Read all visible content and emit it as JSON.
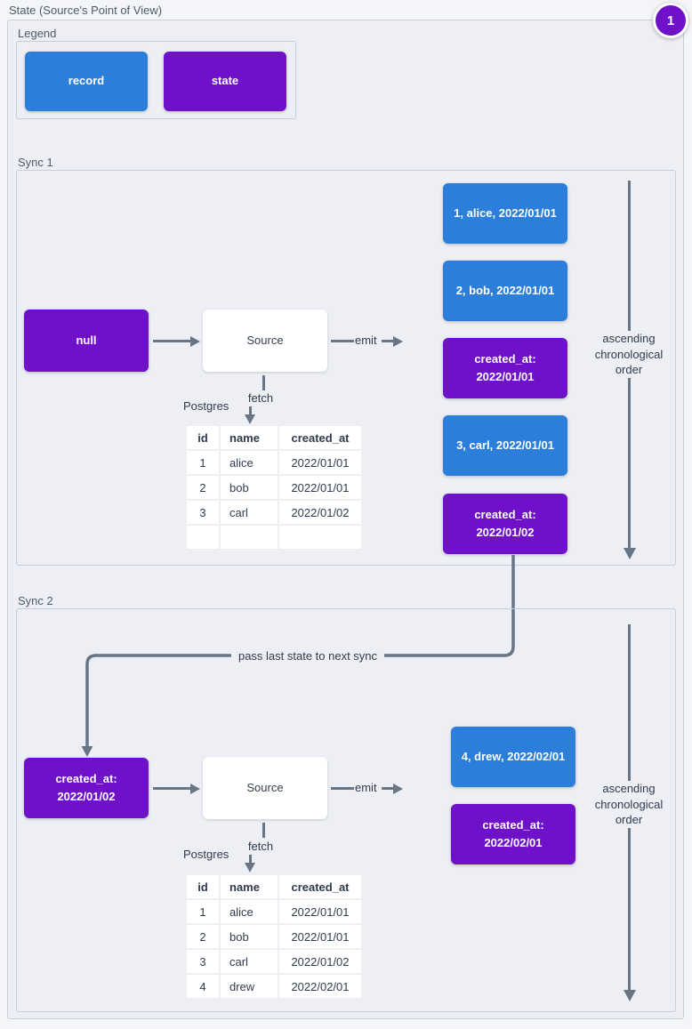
{
  "title": "State (Source's Point of View)",
  "badge": "1",
  "colors": {
    "record": "#2b7ed9",
    "state": "#6e11c8",
    "arrow": "#687585"
  },
  "legend": {
    "label": "Legend",
    "items": [
      {
        "type": "record",
        "label": "record"
      },
      {
        "type": "state",
        "label": "state"
      }
    ]
  },
  "sync1": {
    "label": "Sync 1",
    "input_state": {
      "type": "state",
      "label": "null"
    },
    "source_label": "Source",
    "emit_label": "emit",
    "fetch_label": "fetch",
    "db_label": "Postgres",
    "table": {
      "headers": [
        "id",
        "name",
        "created_at"
      ],
      "rows": [
        [
          "1",
          "alice",
          "2022/01/01"
        ],
        [
          "2",
          "bob",
          "2022/01/01"
        ],
        [
          "3",
          "carl",
          "2022/01/02"
        ],
        [
          "",
          "",
          ""
        ]
      ]
    },
    "emitted": [
      {
        "type": "record",
        "label": "1, alice, 2022/01/01"
      },
      {
        "type": "record",
        "label": "2, bob, 2022/01/01"
      },
      {
        "type": "state",
        "label": "created_at:\n2022/01/01"
      },
      {
        "type": "record",
        "label": "3, carl, 2022/01/01"
      },
      {
        "type": "state",
        "label": "created_at:\n2022/01/02"
      }
    ],
    "order_label": "ascending\nchronological\norder"
  },
  "connector": {
    "label": "pass last state to next sync"
  },
  "sync2": {
    "label": "Sync 2",
    "input_state": {
      "type": "state",
      "label": "created_at:\n2022/01/02"
    },
    "source_label": "Source",
    "emit_label": "emit",
    "fetch_label": "fetch",
    "db_label": "Postgres",
    "table": {
      "headers": [
        "id",
        "name",
        "created_at"
      ],
      "rows": [
        [
          "1",
          "alice",
          "2022/01/01"
        ],
        [
          "2",
          "bob",
          "2022/01/01"
        ],
        [
          "3",
          "carl",
          "2022/01/02"
        ],
        [
          "4",
          "drew",
          "2022/02/01"
        ]
      ]
    },
    "emitted": [
      {
        "type": "record",
        "label": "4, drew, 2022/02/01"
      },
      {
        "type": "state",
        "label": "created_at:\n2022/02/01"
      }
    ],
    "order_label": "ascending\nchronological\norder"
  }
}
